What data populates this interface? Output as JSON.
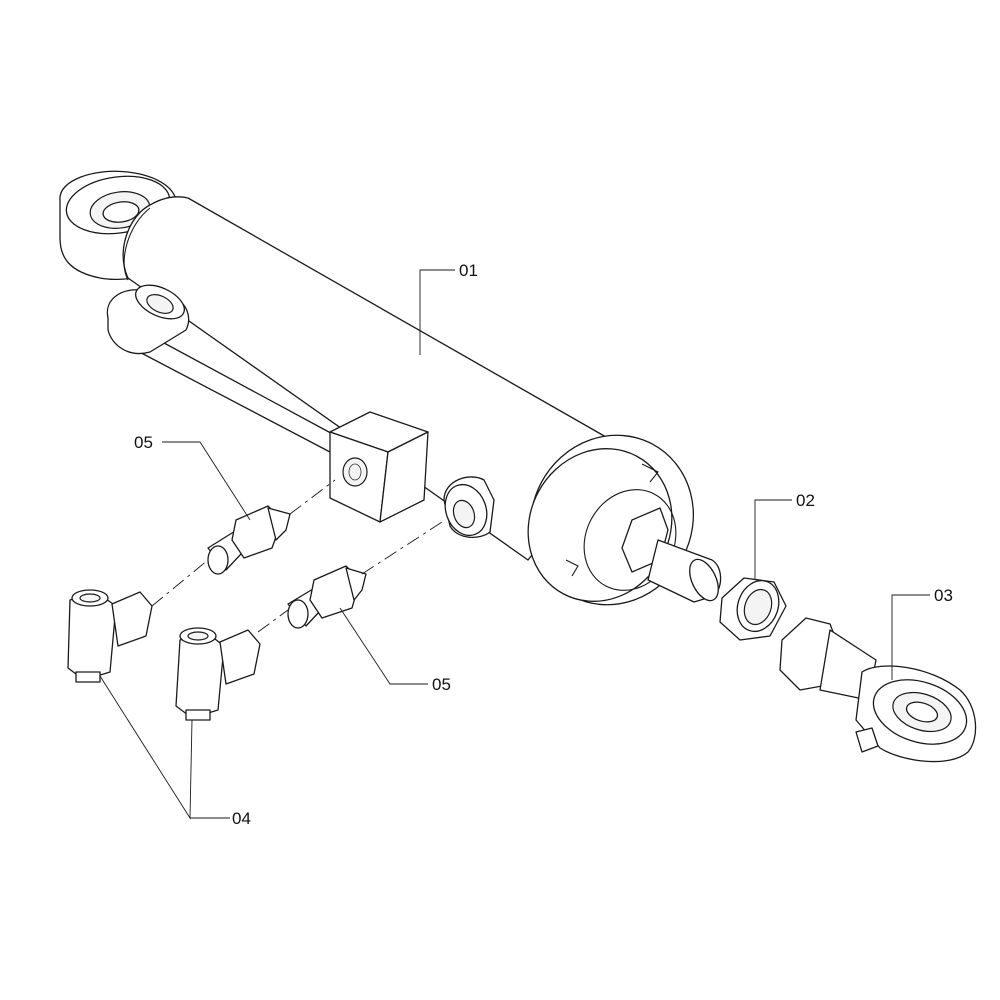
{
  "diagram": {
    "callouts": [
      {
        "id": "01",
        "label": "01"
      },
      {
        "id": "02",
        "label": "02"
      },
      {
        "id": "03",
        "label": "03"
      },
      {
        "id": "04",
        "label": "04"
      },
      {
        "id": "05a",
        "label": "05"
      },
      {
        "id": "05b",
        "label": "05"
      }
    ],
    "colors": {
      "line": "#1a1a1a",
      "background": "#ffffff"
    }
  }
}
